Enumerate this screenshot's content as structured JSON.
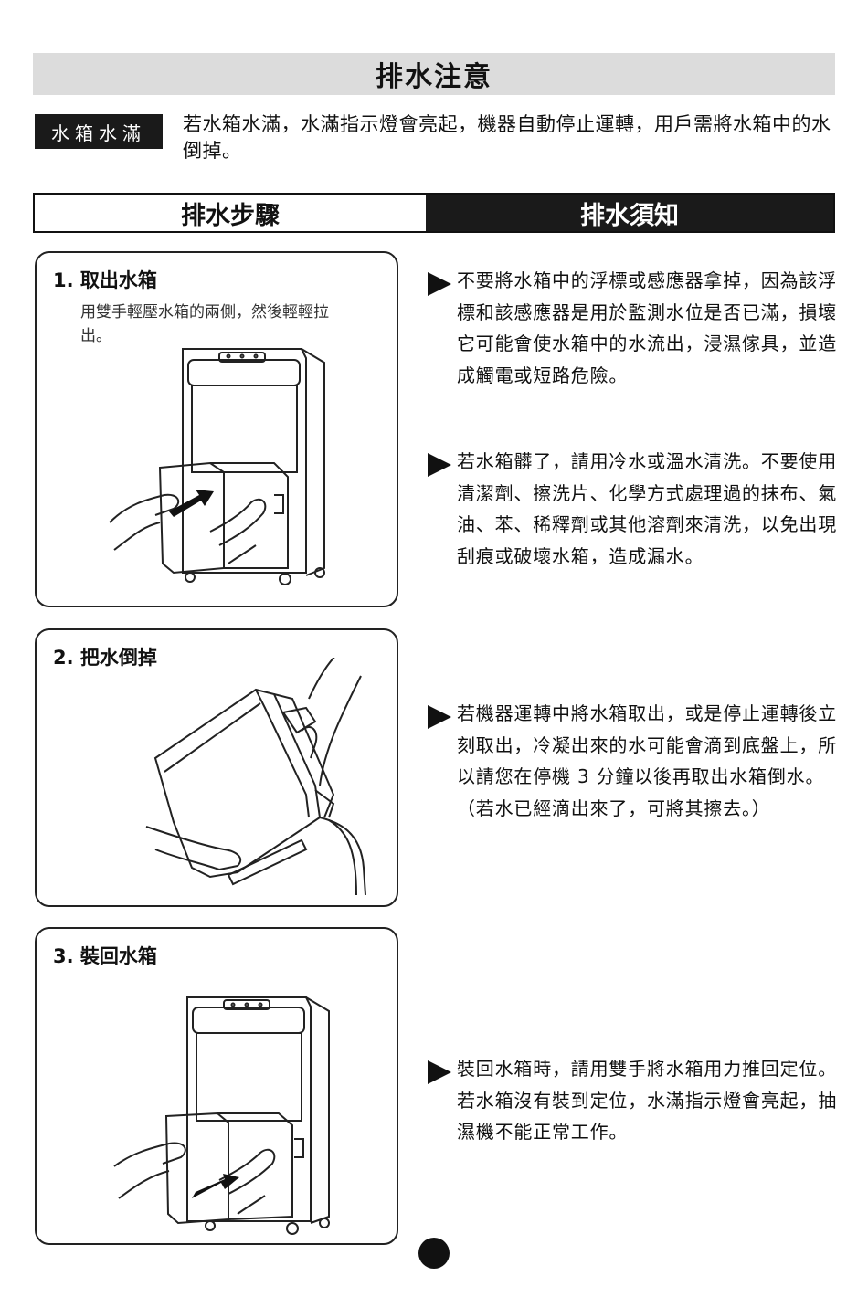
{
  "title": "排水注意",
  "tank_full": {
    "label": "水箱水滿",
    "desc": "若水箱水滿，水滿指示燈會亮起，機器自動停止運轉，用戶需將水箱中的水倒掉。"
  },
  "headers": {
    "steps": "排水步驟",
    "notes": "排水須知"
  },
  "steps": [
    {
      "title": "1. 取出水箱",
      "desc": "用雙手輕壓水箱的兩側，然後輕輕拉出。"
    },
    {
      "title": "2. 把水倒掉",
      "desc": ""
    },
    {
      "title": "3. 裝回水箱",
      "desc": ""
    }
  ],
  "notes": [
    "不要將水箱中的浮標或感應器拿掉，因為該浮標和該感應器是用於監測水位是否已滿，損壞它可能會使水箱中的水流出，浸濕傢具，並造成觸電或短路危險。",
    "若水箱髒了，請用冷水或溫水清洗。不要使用清潔劑、擦洗片、化學方式處理過的抹布、氣油、苯、稀釋劑或其他溶劑來清洗，以免出現刮痕或破壞水箱，造成漏水。",
    "若機器運轉中將水箱取出，或是停止運轉後立刻取出，冷凝出來的水可能會滴到底盤上，所以請您在停機 3 分鐘以後再取出水箱倒水。（若水已經滴出來了，可將其擦去。）",
    "裝回水箱時，請用雙手將水箱用力推回定位。若水箱沒有裝到定位，水滿指示燈會亮起，抽濕機不能正常工作。"
  ],
  "colors": {
    "title_bg": "#dcdcdc",
    "dark": "#1a1a1a"
  }
}
